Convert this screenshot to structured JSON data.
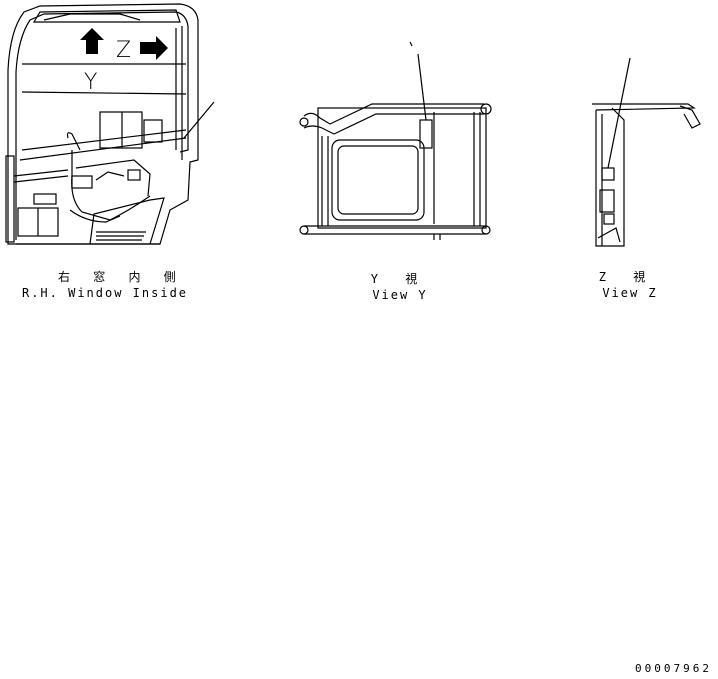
{
  "views": {
    "inside": {
      "caption_jp": "右 窓 内 側",
      "caption_en": "R.H. Window Inside"
    },
    "view_y": {
      "caption_jp": "Y 視",
      "caption_en": "View Y"
    },
    "view_z": {
      "caption_jp": "Z 視",
      "caption_en": "View Z"
    }
  },
  "markers": {
    "y": "Y",
    "z": "Z"
  },
  "document_number": "00007962"
}
